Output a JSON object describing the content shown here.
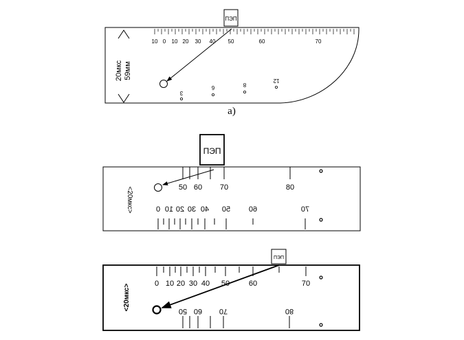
{
  "figure_a": {
    "probe_label": "ПЭП",
    "scale_numbers": [
      "10",
      "0",
      "10",
      "20",
      "30",
      "40",
      "50",
      "60",
      "70"
    ],
    "side_text_1": "20мкс",
    "side_text_2": "59мм",
    "hole_numbers": [
      "3",
      "6",
      "8",
      "12"
    ],
    "caption": "а)"
  },
  "figure_b": {
    "probe_label": "ПЭП",
    "top_scale_numbers": [
      "50",
      "60",
      "70",
      "80"
    ],
    "bottom_scale_numbers": [
      "0",
      "10",
      "20",
      "30",
      "40",
      "50",
      "60",
      "70"
    ],
    "side_text": "<20мкс>"
  },
  "figure_c": {
    "probe_label": "ПЭП",
    "top_scale_numbers": [
      "0",
      "10",
      "20",
      "30",
      "40",
      "50",
      "60",
      "70"
    ],
    "bottom_scale_numbers": [
      "50",
      "60",
      "70",
      "80"
    ],
    "side_text": "<20мкс>"
  }
}
